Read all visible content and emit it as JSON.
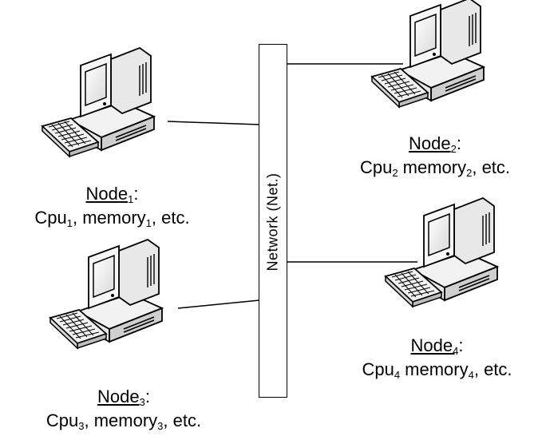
{
  "network": {
    "label": "Network (Net.)"
  },
  "nodes": [
    {
      "id": "node1",
      "title": "Node",
      "title_sub": "1",
      "colon": ":",
      "spec": [
        {
          "t": "Cpu"
        },
        {
          "s": "1"
        },
        {
          "t": ", memory"
        },
        {
          "s": "1"
        },
        {
          "t": ", etc."
        }
      ]
    },
    {
      "id": "node2",
      "title": "Node",
      "title_sub": "2",
      "colon": ":",
      "spec": [
        {
          "t": "Cpu"
        },
        {
          "s": "2"
        },
        {
          "t": " memory"
        },
        {
          "s": "2"
        },
        {
          "t": ", etc."
        }
      ]
    },
    {
      "id": "node3",
      "title": "Node",
      "title_sub": "3",
      "colon": ":",
      "spec": [
        {
          "t": "Cpu"
        },
        {
          "s": "3"
        },
        {
          "t": ", memory"
        },
        {
          "s": "3"
        },
        {
          "t": ", etc."
        }
      ]
    },
    {
      "id": "node4",
      "title": "Node",
      "title_sub": "4",
      "colon": ":",
      "spec": [
        {
          "t": "Cpu"
        },
        {
          "s": "4"
        },
        {
          "t": " memory"
        },
        {
          "s": "4"
        },
        {
          "t": ", etc."
        }
      ]
    }
  ]
}
